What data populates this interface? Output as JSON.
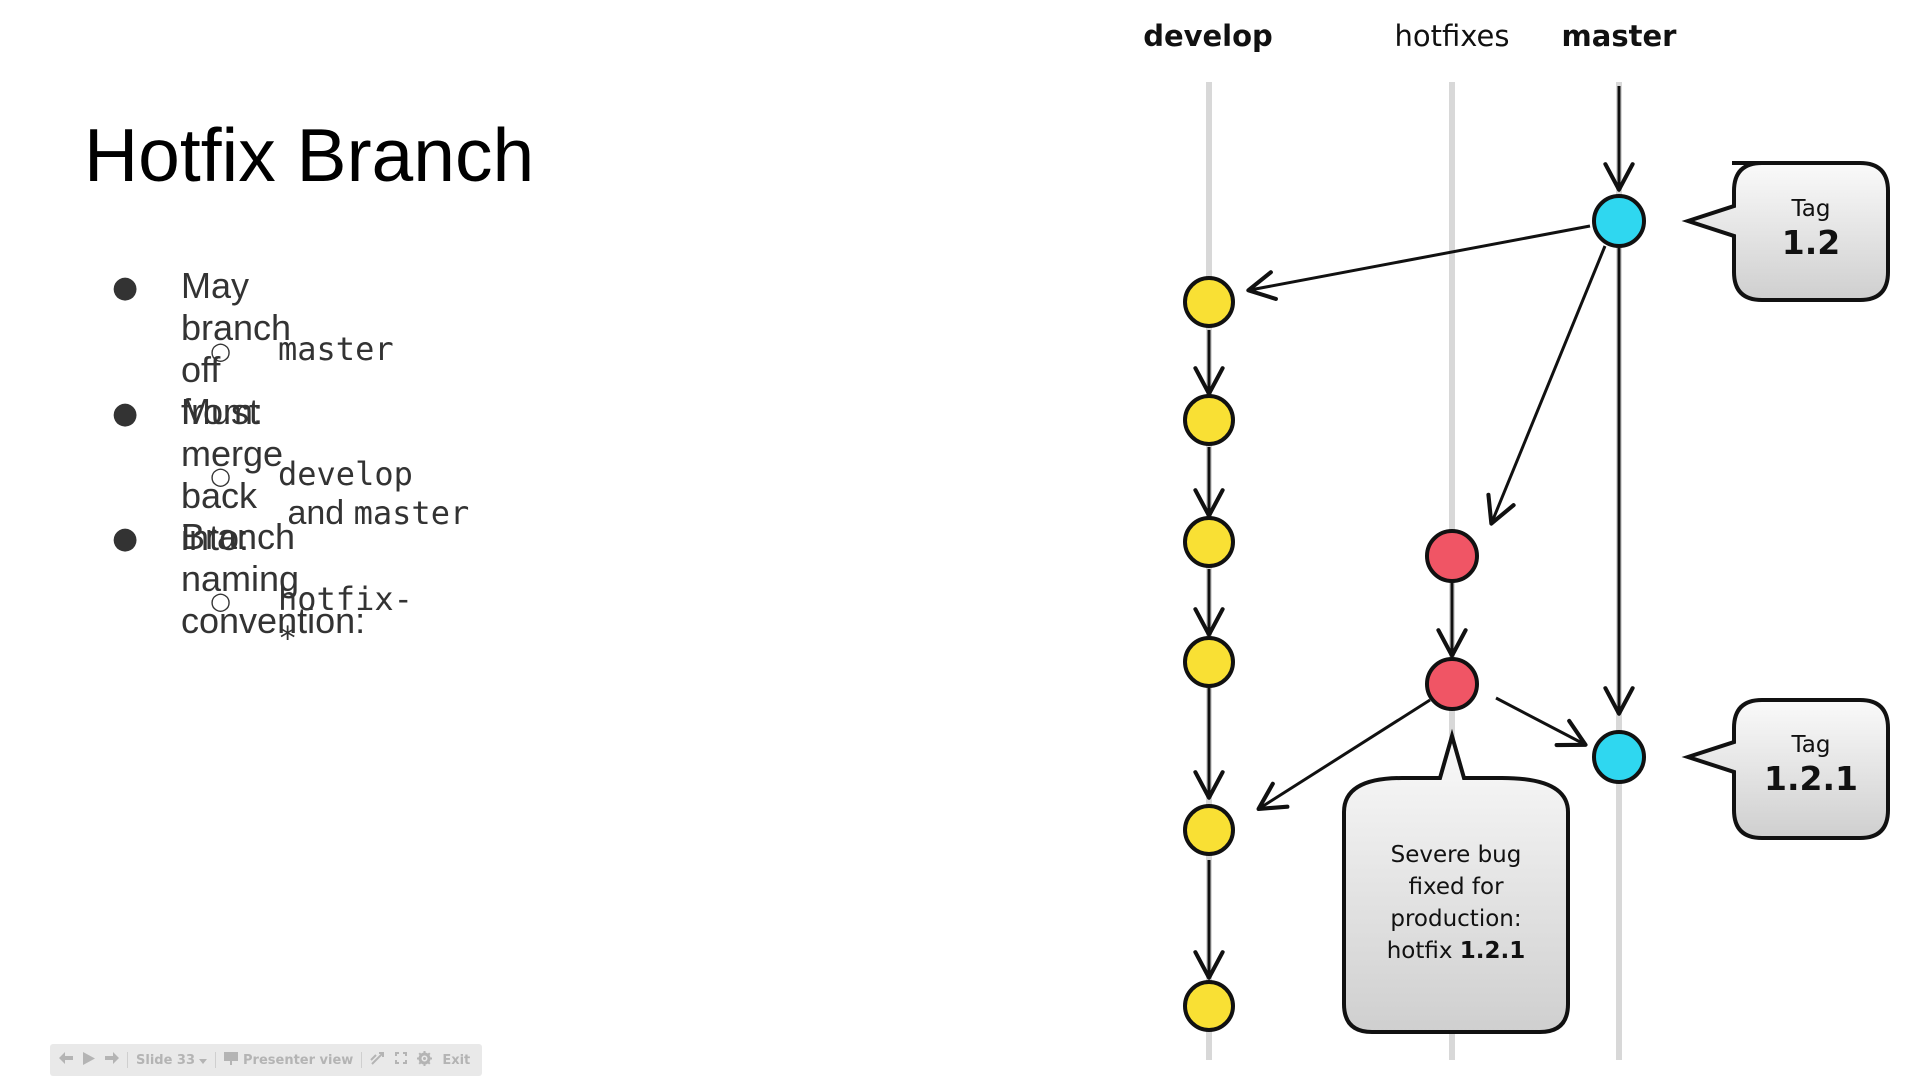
{
  "slide": {
    "title": "Hotfix Branch",
    "bullets": [
      {
        "text": "May branch off from:",
        "sub": [
          {
            "code": "master",
            "plain": "",
            "code2": ""
          }
        ]
      },
      {
        "text": "Must merge back into:",
        "sub": [
          {
            "code": "develop",
            "plain": " and ",
            "code2": "master"
          }
        ]
      },
      {
        "text": "Branch naming convention:",
        "sub": [
          {
            "code": "hotfix-*",
            "plain": "",
            "code2": ""
          }
        ]
      }
    ]
  },
  "diagram": {
    "branches": {
      "develop": "develop",
      "hotfixes": "hotfixes",
      "master": "master"
    },
    "tags": [
      {
        "label": "Tag",
        "version": "1.2"
      },
      {
        "label": "Tag",
        "version": "1.2.1"
      }
    ],
    "note": {
      "line1": "Severe bug",
      "line2": "fixed for",
      "line3": "production:",
      "line4_plain": "hotfix ",
      "line4_bold": "1.2.1"
    },
    "colors": {
      "develop_commit": "#f9e034",
      "hotfix_commit": "#f05565",
      "master_commit": "#2fd7f0",
      "lane": "#d8d8d8",
      "callout_bg": "#e4e4e4"
    }
  },
  "toolbar": {
    "slide_label": "Slide 33",
    "presenter_view": "Presenter view",
    "exit": "Exit",
    "icons": [
      "prev-icon",
      "play-icon",
      "next-icon",
      "dropdown-icon",
      "presenter-icon",
      "laser-icon",
      "fullscreen-icon",
      "settings-icon"
    ]
  }
}
